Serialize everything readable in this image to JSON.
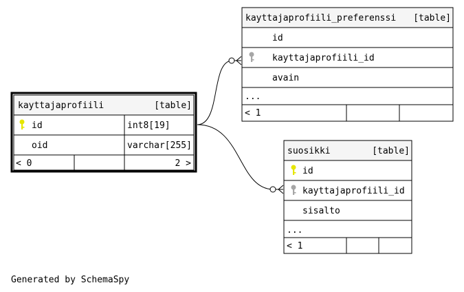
{
  "tables": {
    "main": {
      "name": "kayttajaprofiili",
      "type_label": "[table]",
      "columns": [
        {
          "name": "id",
          "type": "int8[19]",
          "key": "primary"
        },
        {
          "name": "oid",
          "type": "varchar[255]",
          "key": "none"
        }
      ],
      "footer": {
        "left": "< 0",
        "right": "2 >"
      }
    },
    "preferenssi": {
      "name": "kayttajaprofiili_preferenssi",
      "type_label": "[table]",
      "columns": [
        {
          "name": "id",
          "key": "none"
        },
        {
          "name": "kayttajaprofiili_id",
          "key": "foreign"
        },
        {
          "name": "avain",
          "key": "none"
        }
      ],
      "more": "...",
      "footer": {
        "left": "< 1"
      }
    },
    "suosikki": {
      "name": "suosikki",
      "type_label": "[table]",
      "columns": [
        {
          "name": "id",
          "key": "primary"
        },
        {
          "name": "kayttajaprofiili_id",
          "key": "foreign"
        },
        {
          "name": "sisalto",
          "key": "none"
        }
      ],
      "more": "...",
      "footer": {
        "left": "< 1"
      }
    }
  },
  "generated_by": "Generated by SchemaSpy",
  "colors": {
    "primary_key": "#e6e600",
    "foreign_key": "#a6a6a6",
    "header_bg": "#f5f5f5",
    "border": "#000000"
  }
}
